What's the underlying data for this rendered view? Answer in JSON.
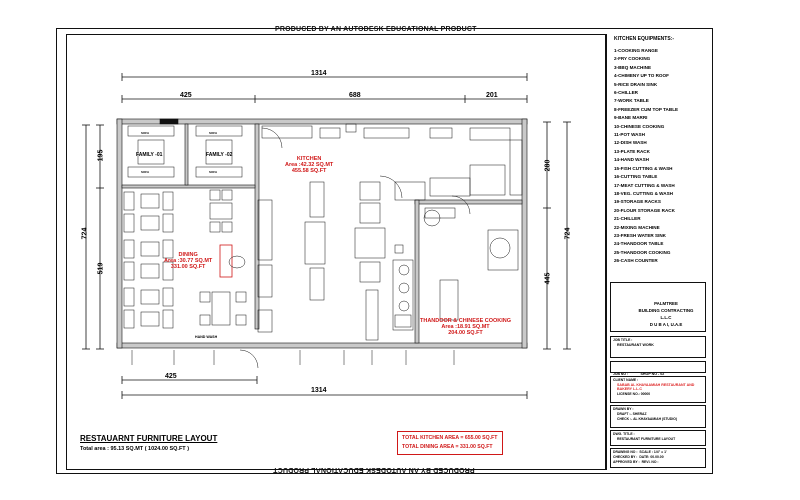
{
  "banner": "PRODUCED BY AN AUTODESK EDUCATIONAL PRODUCT",
  "equipment_title": "KITCHEN EQUIPMENTS:-",
  "equipment": [
    "1-COOKING RANGE",
    "2-FRY COOKING",
    "3-BBQ MACHINE",
    "4-CHIMENY UP TO ROOF",
    "5-RICE DRAIN SINK",
    "6-CHILLER",
    "7-WORK TABLE",
    "8-FREEZER CUM TOP TABLE",
    "9-BANE MARRI",
    "10-CHINESE COOKING",
    "11-POT WASH",
    "12-DISH WASH",
    "13-PLATE RACK",
    "14-HAND WASH",
    "15-FISH CUTTING & WASH",
    "16-CUTTING TABLE",
    "17-MEAT CUTTING & WASH",
    "18-VEG. CUTTING & WASH",
    "19-STORAGE RACKS",
    "20-FLOUR STORAGE RACK",
    "21-CHILLER",
    "22-MIXING MACHINE",
    "23-FRESH WATER SINK",
    "24-THANDOOR TABLE",
    "25-THANDOOR COOKING",
    "26-CASH COUNTER"
  ],
  "company": [
    "PALMTREE",
    "BUILDING CONTRACTING L.L.C",
    "D U B A I,  U.A.E"
  ],
  "title_block": {
    "job_title_label": "JOB TITLE :",
    "job_title": "RESTAURANT  WORK",
    "job_no_label": "JOB NO :",
    "job_no": "SHOP NO - 02",
    "client_label": "CLIENT NAME :",
    "client": "SABAB AL KHAYAAMIAH RESTAURANT AND BAKERY L.L.C",
    "client_sub": "LICENSE NO.: 00000",
    "drawn_label": "DRAWN BY :",
    "drawn": "DRAFT   :- SHERAZ",
    "checked": "CHECK   :- AL KHAYAAMIAH (STUDIO)",
    "dwg_label": "DWG. TITLE :",
    "dwg": "RESTAURANT FURNITURE LAYOUT",
    "row1": [
      "DRAWING NO :",
      "SCALE : 1/4\" = 1'"
    ],
    "row2": [
      "CHECKED BY :",
      "DATE: 00.00.00"
    ],
    "row3": [
      "APPROVED BY :",
      "REVI. NO :"
    ]
  },
  "dims": {
    "top_total": "1314",
    "top_a": "425",
    "top_b": "688",
    "top_c": "201",
    "bottom_total": "1314",
    "bottom_a": "425",
    "left_total": "724",
    "left_a": "195",
    "left_b": "519",
    "right_total": "724",
    "right_a": "280",
    "right_b": "445"
  },
  "rooms": {
    "family1": "FAMILY -01",
    "family2": "FAMILY -02",
    "kitchen": [
      "KITCHEN",
      "Area :42.32 SQ.MT",
      "455.58  SQ.FT"
    ],
    "dining": [
      "DINING",
      "Area :30.77 SQ.MT",
      "331.00  SQ.FT"
    ],
    "thandoor": [
      "THANDOOR & CHINESE COOKING",
      "Area :18.91 SQ.MT",
      "204.00  SQ.FT"
    ],
    "hand_wash": "HAND WASH",
    "sofa": "SOFA"
  },
  "layout_title": "RESTAUARNT  FURNITURE LAYOUT",
  "layout_total": "Total  area : 95.13 SQ.MT ( 1024.00 SQ.FT )",
  "totals": [
    "TOTAL KITCHEN AREA = 655.00 SQ.FT",
    "TOTAL DINING AREA  = 331.00 SQ.FT"
  ],
  "colors": {
    "line": "#111111",
    "accent": "#d01818"
  }
}
